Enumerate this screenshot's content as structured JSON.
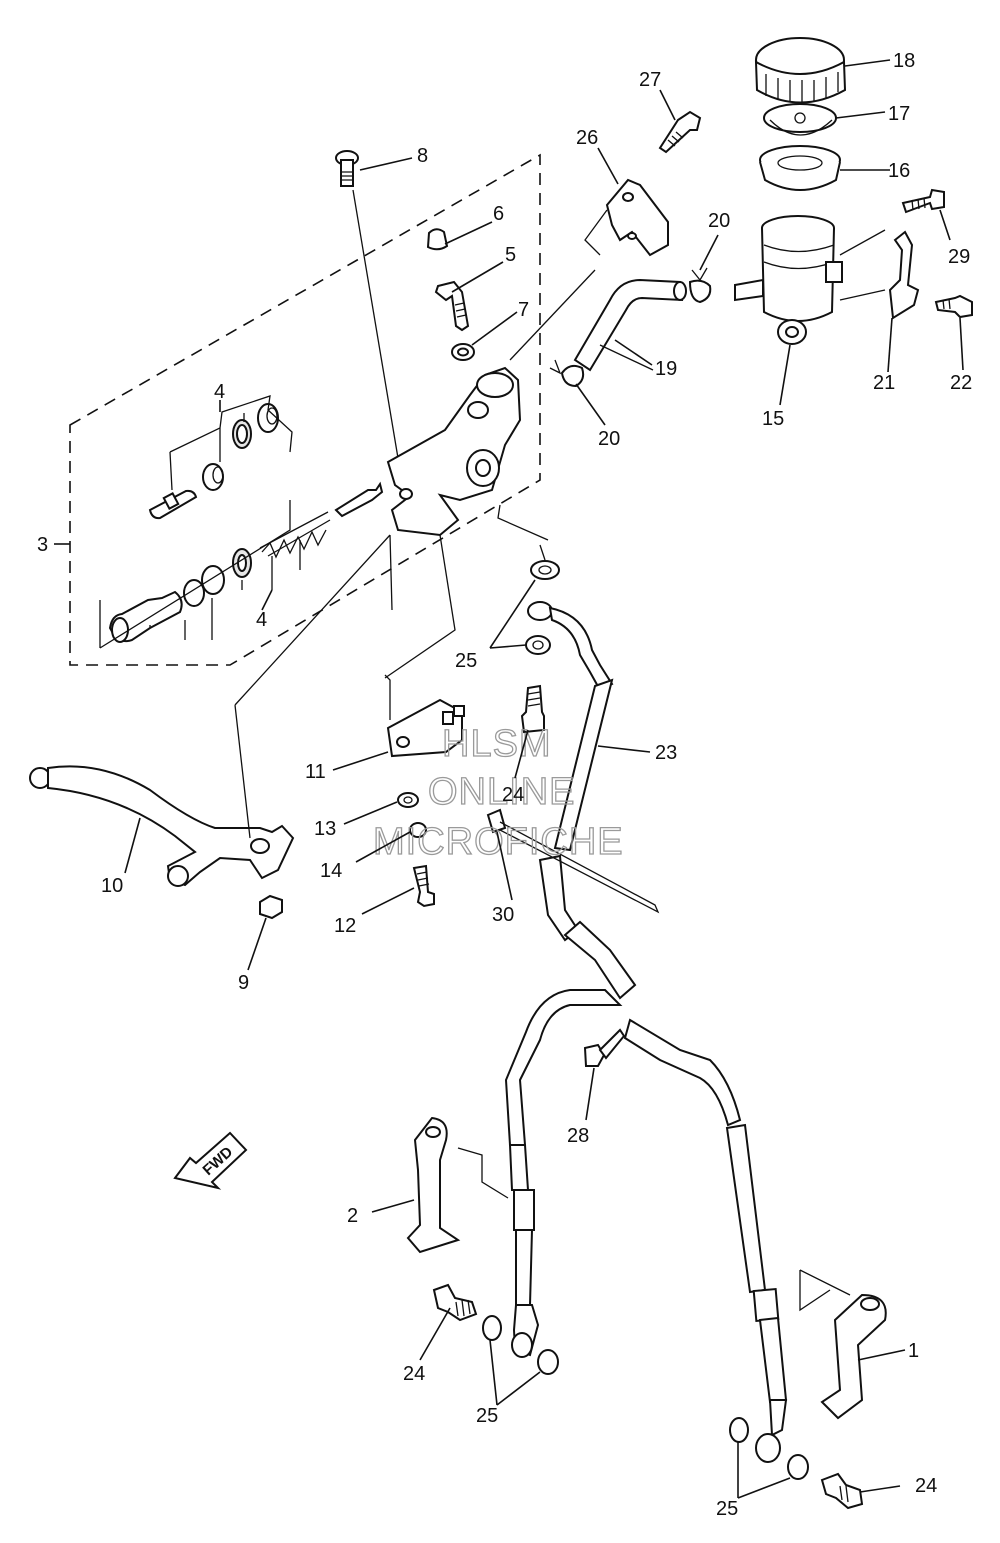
{
  "watermark": {
    "line1": "HLSM",
    "line2": "ONLINE",
    "line3": "MICROFICHE"
  },
  "direction_marker": {
    "text": "FWD"
  },
  "callouts": [
    {
      "id": "c1",
      "text": "1"
    },
    {
      "id": "c2",
      "text": "2"
    },
    {
      "id": "c3",
      "text": "3"
    },
    {
      "id": "c4a",
      "text": "4"
    },
    {
      "id": "c4b",
      "text": "4"
    },
    {
      "id": "c5",
      "text": "5"
    },
    {
      "id": "c6",
      "text": "6"
    },
    {
      "id": "c7",
      "text": "7"
    },
    {
      "id": "c8",
      "text": "8"
    },
    {
      "id": "c9",
      "text": "9"
    },
    {
      "id": "c10",
      "text": "10"
    },
    {
      "id": "c11",
      "text": "11"
    },
    {
      "id": "c12",
      "text": "12"
    },
    {
      "id": "c13",
      "text": "13"
    },
    {
      "id": "c14",
      "text": "14"
    },
    {
      "id": "c15",
      "text": "15"
    },
    {
      "id": "c16",
      "text": "16"
    },
    {
      "id": "c17",
      "text": "17"
    },
    {
      "id": "c18",
      "text": "18"
    },
    {
      "id": "c19",
      "text": "19"
    },
    {
      "id": "c20a",
      "text": "20"
    },
    {
      "id": "c20b",
      "text": "20"
    },
    {
      "id": "c21",
      "text": "21"
    },
    {
      "id": "c22",
      "text": "22"
    },
    {
      "id": "c23",
      "text": "23"
    },
    {
      "id": "c24a",
      "text": "24"
    },
    {
      "id": "c24b",
      "text": "24"
    },
    {
      "id": "c24c",
      "text": "24"
    },
    {
      "id": "c25a",
      "text": "25"
    },
    {
      "id": "c25b",
      "text": "25"
    },
    {
      "id": "c25c",
      "text": "25"
    },
    {
      "id": "c26",
      "text": "26"
    },
    {
      "id": "c27",
      "text": "27"
    },
    {
      "id": "c28",
      "text": "28"
    },
    {
      "id": "c29",
      "text": "29"
    },
    {
      "id": "c30",
      "text": "30"
    }
  ]
}
